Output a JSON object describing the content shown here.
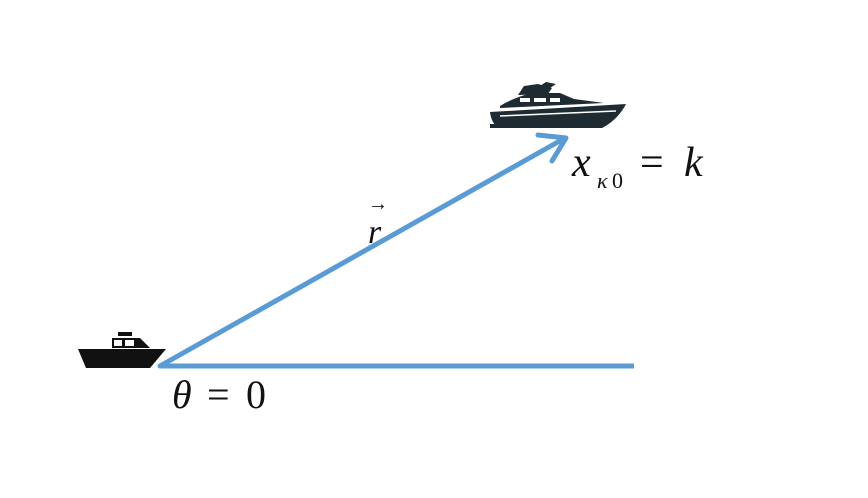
{
  "labels": {
    "vector_name": "r",
    "vector_arrow": "→",
    "angle_var": "θ",
    "angle_eq": "=",
    "angle_val": "0",
    "target_var": "x",
    "target_sub_letter": "κ",
    "target_sub_digit": "0",
    "target_eq": "=",
    "target_val": "k"
  },
  "icons": {
    "observer": "small-boat-icon",
    "target": "yacht-icon"
  },
  "colors": {
    "line": "#5b9bd5",
    "boat": "#111111",
    "yacht": "#1f2b33"
  }
}
